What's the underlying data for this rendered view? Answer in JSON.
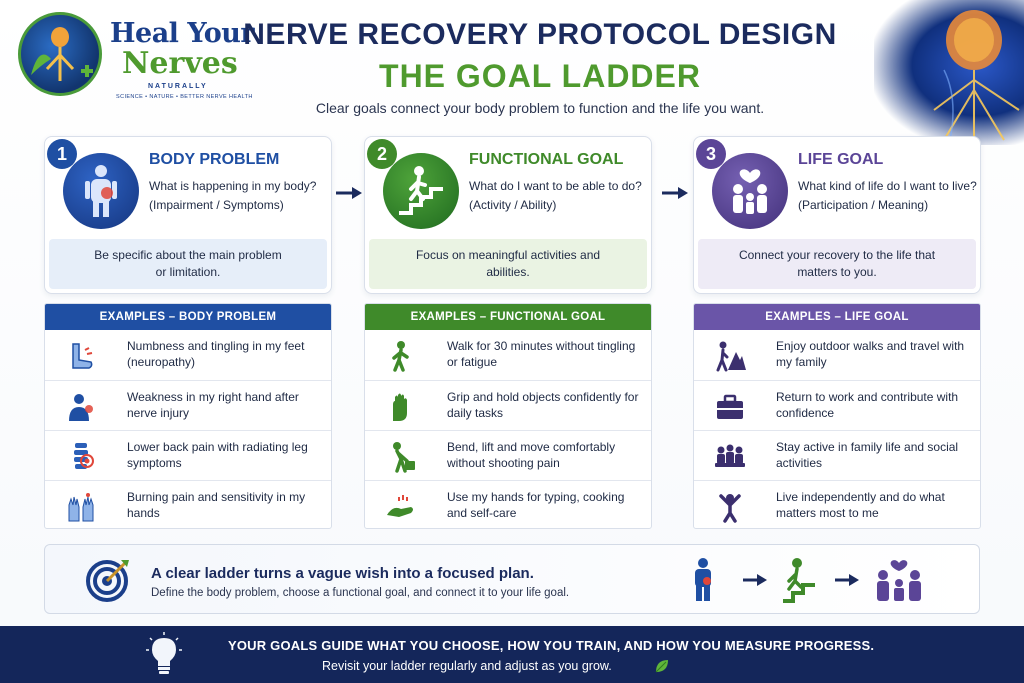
{
  "logo": {
    "line1": "Heal Your",
    "line2": "Nerves",
    "line3": "NATURALLY",
    "line4": "SCIENCE • NATURE • BETTER NERVE HEALTH"
  },
  "header": {
    "title": "NERVE RECOVERY PROTOCOL DESIGN",
    "subtitle_heading": "THE GOAL LADDER",
    "tagline": "Clear goals connect your body problem to function and the life you want."
  },
  "colors": {
    "navy": "#1b2b5e",
    "blue": "#1f4fa3",
    "green": "#3f8a2a",
    "purple": "#5b4597",
    "footer": "#14265a"
  },
  "steps": [
    {
      "number": "1",
      "title": "BODY PROBLEM",
      "question": "What is happening in my body?",
      "category": "(Impairment / Symptoms)",
      "hint": "Be specific about the main problem or limitation.",
      "icon": "body-pain-icon"
    },
    {
      "number": "2",
      "title": "FUNCTIONAL GOAL",
      "question": "What do I want to be able to do?",
      "category": "(Activity / Ability)",
      "hint": "Focus on meaningful activities and abilities.",
      "icon": "stairs-walker-icon"
    },
    {
      "number": "3",
      "title": "LIFE GOAL",
      "question": "What kind of life do I want to live?",
      "category": "(Participation / Meaning)",
      "hint": "Connect your recovery to the life that matters to you.",
      "icon": "family-heart-icon"
    }
  ],
  "examples": [
    {
      "header": "EXAMPLES – BODY PROBLEM",
      "items": [
        {
          "text": "Numbness and tingling in my feet (neuropathy)",
          "icon": "foot-icon"
        },
        {
          "text": "Weakness in my right hand after nerve injury",
          "icon": "hand-weakness-icon"
        },
        {
          "text": "Lower back pain with radiating leg symptoms",
          "icon": "spine-icon"
        },
        {
          "text": "Burning pain and sensitivity in my hands",
          "icon": "burning-hands-icon"
        }
      ]
    },
    {
      "header": "EXAMPLES – FUNCTIONAL GOAL",
      "items": [
        {
          "text": "Walk for 30 minutes without tingling or fatigue",
          "icon": "walking-icon"
        },
        {
          "text": "Grip and hold objects confidently for daily tasks",
          "icon": "grip-hand-icon"
        },
        {
          "text": "Bend, lift and move comfortably without shooting pain",
          "icon": "lifting-icon"
        },
        {
          "text": "Use my hands for typing, cooking and self-care",
          "icon": "hands-care-icon"
        }
      ]
    },
    {
      "header": "EXAMPLES – LIFE GOAL",
      "items": [
        {
          "text": "Enjoy outdoor walks and travel with my family",
          "icon": "hiking-icon"
        },
        {
          "text": "Return to work and contribute with confidence",
          "icon": "briefcase-icon"
        },
        {
          "text": "Stay active in family life and social activities",
          "icon": "group-table-icon"
        },
        {
          "text": "Live independently and do what matters most to me",
          "icon": "celebrating-person-icon"
        }
      ]
    }
  ],
  "summary": {
    "title": "A clear ladder turns a vague wish into a focused plan.",
    "text": "Define the body problem, choose a functional goal, and connect it to your life goal."
  },
  "footer": {
    "line1": "YOUR GOALS GUIDE WHAT YOU CHOOSE, HOW YOU TRAIN, AND HOW YOU MEASURE PROGRESS.",
    "line2": "Revisit your ladder regularly and adjust as you grow."
  }
}
